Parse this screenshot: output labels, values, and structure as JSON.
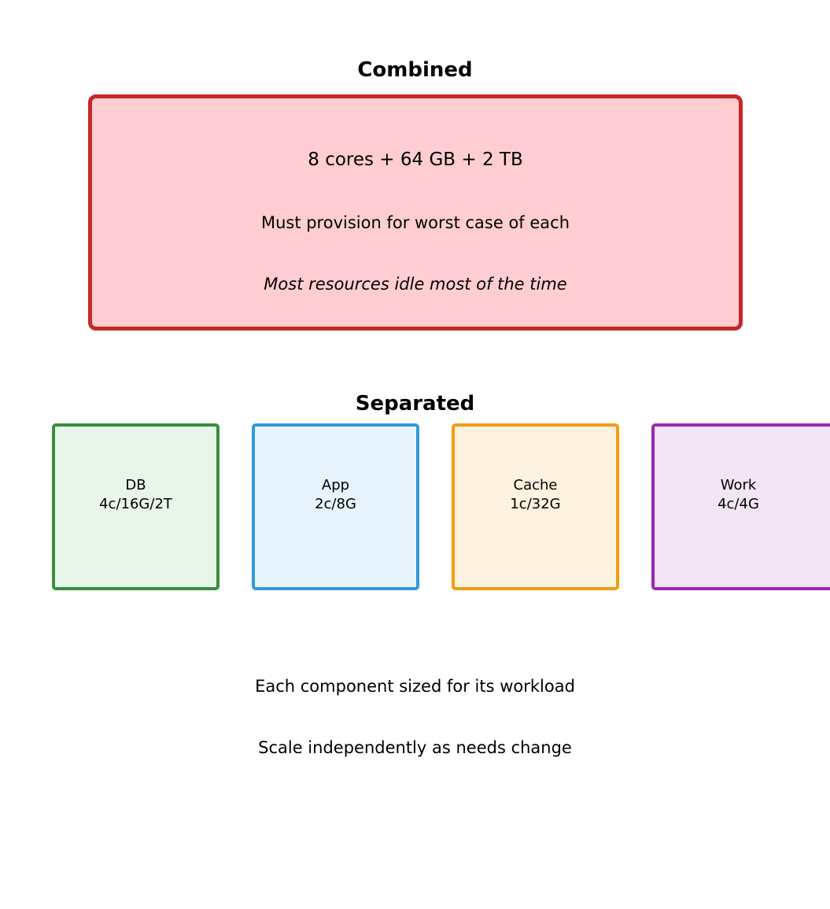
{
  "combined": {
    "title": "Combined",
    "main": "8 cores + 64 GB + 2 TB",
    "sub": "Must provision for worst case of each",
    "note": "Most resources idle most of the time",
    "colors": {
      "border": "#c62828",
      "fill": "#ffcdd2"
    }
  },
  "separated": {
    "title": "Separated",
    "components": [
      {
        "name": "DB",
        "spec": "4c/16G/2T",
        "border": "#388e3c",
        "fill": "#e8f5e9"
      },
      {
        "name": "App",
        "spec": "2c/8G",
        "border": "#3498db",
        "fill": "#e7f4fd"
      },
      {
        "name": "Cache",
        "spec": "1c/32G",
        "border": "#f39c12",
        "fill": "#fef2e0"
      },
      {
        "name": "Work",
        "spec": "4c/4G",
        "border": "#9c27b0",
        "fill": "#f3e5f5"
      }
    ],
    "footer": [
      "Each component sized for its workload",
      "Scale independently as needs change"
    ]
  }
}
